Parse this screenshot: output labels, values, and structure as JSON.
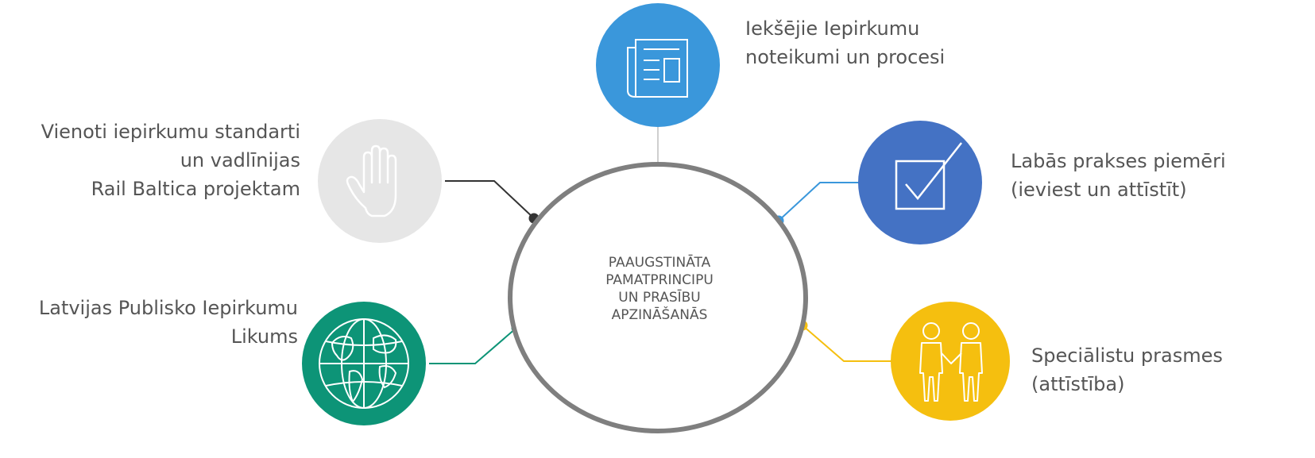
{
  "center": {
    "lines": [
      "PAAUGSTINĀTA",
      "PAMATPRINCIPU",
      "UN PRASĪBU",
      "APZINĀŠANĀS"
    ]
  },
  "nodes": {
    "top": {
      "lines": [
        "Iekšējie Iepirkumu",
        "noteikumi un procesi"
      ],
      "color": "#3a97db",
      "icon": "newspaper-icon"
    },
    "upper_right": {
      "lines": [
        "Labās prakses piemēri",
        "(ieviest un attīstīt)"
      ],
      "color": "#4472c4",
      "icon": "checkbox-icon"
    },
    "lower_right": {
      "lines": [
        "Speciālistu prasmes",
        "(attīstība)"
      ],
      "color": "#f5bf0f",
      "icon": "handshake-icon"
    },
    "upper_left": {
      "lines": [
        "Vienoti iepirkumu standarti",
        "un vadlīnijas",
        "Rail Baltica projektam"
      ],
      "color": "#e6e6e6",
      "icon": "hand-icon"
    },
    "lower_left": {
      "lines": [
        "Latvijas Publisko Iepirkumu",
        "Likums"
      ],
      "color": "#0d9477",
      "icon": "globe-icon"
    }
  },
  "colors": {
    "ring": "#7f7f7f",
    "text": "#555555",
    "connector_top": "#bfbfbf",
    "connector_upper_left": "#333333"
  }
}
